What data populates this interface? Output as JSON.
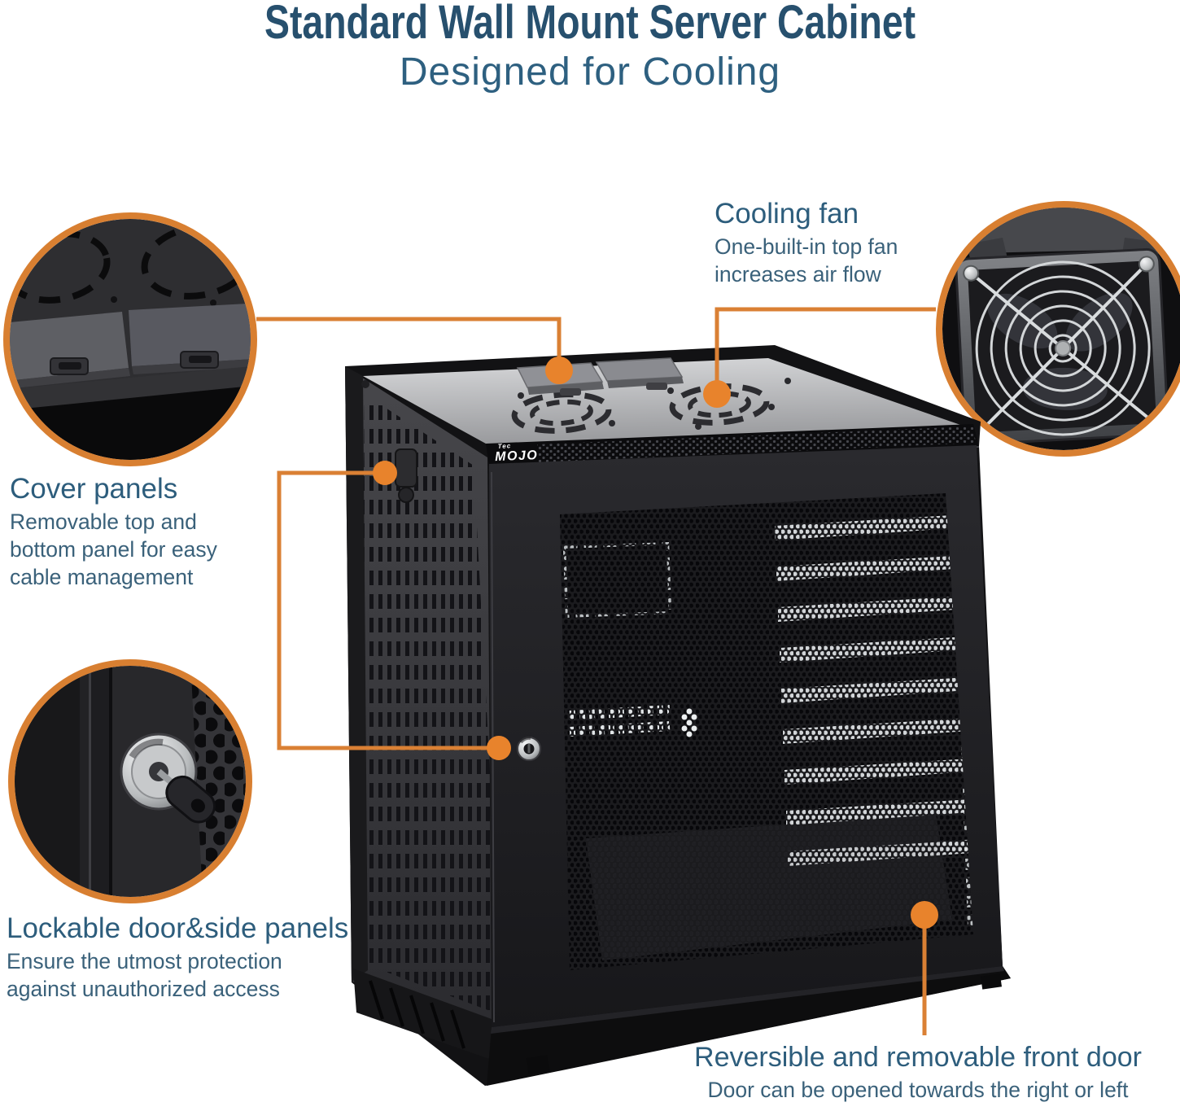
{
  "header": {
    "title": "Standard Wall Mount Server Cabinet",
    "subtitle": "Designed for Cooling"
  },
  "brand": {
    "prefix": "Tec",
    "name": "MOJO"
  },
  "callouts": {
    "cooling_fan": {
      "heading": "Cooling fan",
      "body": [
        "One-built-in top fan",
        "increases air flow"
      ]
    },
    "cover_panels": {
      "heading": "Cover panels",
      "body": [
        "Removable top and",
        "bottom panel for easy",
        "cable management"
      ]
    },
    "lockable_panels": {
      "heading": "Lockable door&side panels",
      "body": [
        "Ensure the utmost protection",
        "against unauthorized access"
      ]
    },
    "front_door": {
      "heading": "Reversible and removable front door",
      "body": [
        "Door can be opened towards the right or left"
      ]
    }
  },
  "colors": {
    "title": "#27506e",
    "subtitle": "#2e6080",
    "heading": "#2d5d7c",
    "body": "#3a617a",
    "accent": "#da8034",
    "dot": "#e8832c",
    "circle_border": "#d87f31",
    "background": "#ffffff"
  }
}
